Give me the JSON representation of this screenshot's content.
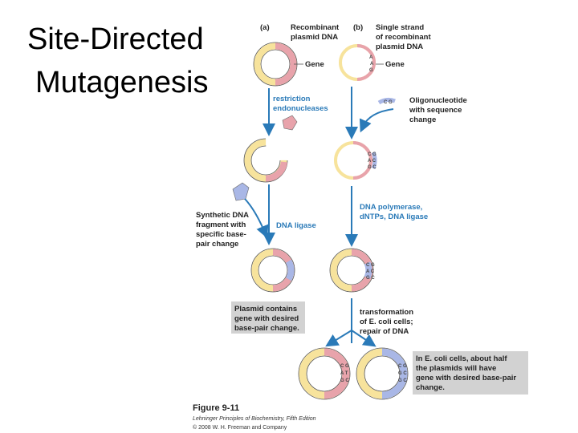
{
  "slide": {
    "title_line1": "Site-Directed",
    "title_line2": "Mutagenesis"
  },
  "figure": {
    "panel_a": "(a)",
    "panel_b": "(b)",
    "a_top_label": [
      "Recombinant",
      "plasmid DNA"
    ],
    "b_top_label": [
      "Single strand",
      "of recombinant",
      "plasmid DNA"
    ],
    "gene_label": "Gene",
    "restriction_label": [
      "restriction",
      "endonucleases"
    ],
    "oligo_label": [
      "Oligonucleotide",
      "with sequence",
      "change"
    ],
    "synthetic_label": [
      "Synthetic DNA",
      "fragment with",
      "specific base-",
      "pair change"
    ],
    "dna_ligase_label": "DNA ligase",
    "polymerase_label": [
      "DNA polymerase,",
      "dNTPs, DNA ligase"
    ],
    "plasmid_contains_label": [
      "Plasmid contains",
      "gene with desired",
      "base-pair change."
    ],
    "transformation_label": [
      "transformation",
      "of E. coli cells;",
      "repair of DNA"
    ],
    "half_plasmids_label": [
      "In E. coli cells, about half",
      "the plasmids will have",
      "gene with desired base-pair",
      "change."
    ],
    "caption_title": "Figure 9-11",
    "caption_book": "Lehninger Principles of Biochemistry, Fifth Edition",
    "caption_copyright": "© 2008 W. H. Freeman and Company"
  },
  "colors": {
    "ring_yellow": "#f7e39c",
    "gene_pink": "#e8a3ab",
    "mutant_blue": "#a9b7e6",
    "arrow_blue": "#2a7ab8",
    "callout_gray": "#d2d2d2"
  }
}
